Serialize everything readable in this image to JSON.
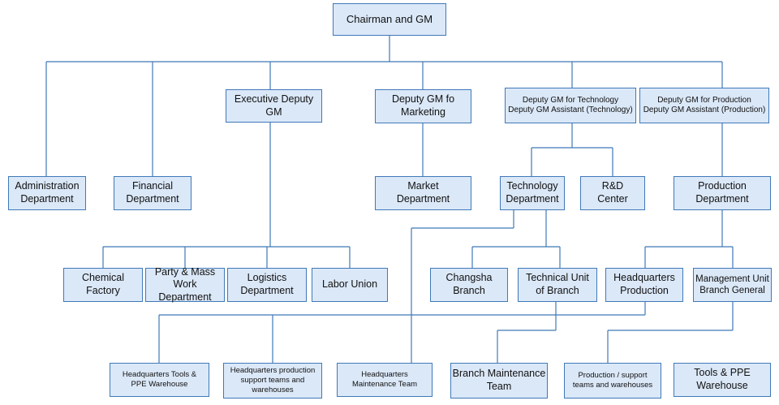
{
  "org_chart": {
    "root": "Chairman and GM",
    "level1": {
      "administration": "Administration\nDepartment",
      "financial": "Financial\nDepartment",
      "executive_deputy": "Executive Deputy\nGM",
      "deputy_marketing": "Deputy GM fo\nMarketing",
      "deputy_technology": "Deputy GM for Technology\nDeputy GM Assistant (Technology)",
      "deputy_production": "Deputy GM for Production\nDeputy GM Assistant (Production)"
    },
    "level2": {
      "market": "Market\nDepartment",
      "technology_dept": "Technology\nDepartment",
      "rd_center": "R&D\nCenter",
      "production_dept": "Production\nDepartment"
    },
    "level3": {
      "chemical_factory": "Chemical\nFactory",
      "party_mass": "Party & Mass\nWork Department",
      "logistics": "Logistics\nDepartment",
      "labor_union": "Labor Union",
      "changsha": "Changsha\nBranch",
      "technical_unit": "Technical Unit\nof Branch",
      "hq_production": "Headquarters\nProduction",
      "mgmt_unit": "Management Unit\nBranch General"
    },
    "level4": {
      "hq_tools": "Headquarters Tools &\nPPE Warehouse",
      "hq_prod_support": "Headquarters production\nsupport teams and\nwarehouses",
      "hq_maintenance": "Headquarters\nMaintenance Team",
      "branch_maintenance": "Branch Maintenance\nTeam",
      "prod_support": "Production / support\nteams and warehouses",
      "tools_ppe": "Tools & PPE\nWarehouse"
    }
  },
  "colors": {
    "box_fill": "#dbe8f8",
    "box_border": "#3f79b8",
    "connector": "#3f79b8"
  }
}
